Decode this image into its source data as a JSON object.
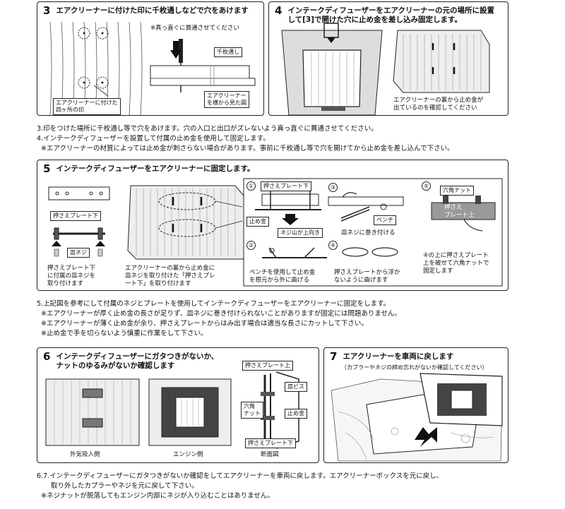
{
  "step3": {
    "num": "3",
    "title": "エアクリーナーに付けた印に千枚通しなどで穴をあけます",
    "note": "※真っ直ぐに貫通させてください",
    "tool_label": "千枚通し",
    "side_label": "エアクリーナー\nを横から見た図",
    "mark_label": "エアクリーナーに付けた\n四ヶ所の印"
  },
  "step4": {
    "num": "4",
    "title": "インテークディフューザーをエアクリーナーの元の場所に設置\nして[3]で開けた穴に止め金を差し込み固定します。",
    "check_label": "エアクリーナーの裏から止め金が\n出ているのを確認してください"
  },
  "text_a": {
    "line1": "3.印をつけた場所に千枚通し等で穴をあけます。穴の入口と出口がズレないよう真っ直ぐに貫通させてください。",
    "line2": "4.インテークディフューザーを設置して付属の止め金を使用して固定します。",
    "line3": "※エアクリーナーの材質によっては止め金が刺さらない場合があります。事前に千枚通し等で穴を開けてから止め金を差し込んで下さい。"
  },
  "step5": {
    "num": "5",
    "title": "インテークディフューザーをエアクリーナーに固定します。",
    "plate_label": "押さえプレート下",
    "screw_label": "皿ネジ",
    "left_caption": "押さえプレート下\nに付属の皿ネジを\n取り付けます",
    "mid_caption": "エアクリーナーの裏から止め金に\n皿ネジを取り付けた「押さえプレ\nート下」を取り付けます",
    "s1": "①",
    "s1_plate": "押さえプレート下",
    "s1_clip": "止め金",
    "s1_up": "ネジ山が上向き",
    "s2": "②",
    "s2_caption": "ペンチを使用して止め金\nを根元から外に曲げる",
    "s3": "③",
    "s3_pliers": "ペンチ",
    "s3_caption": "皿ネジに巻き付ける",
    "s4": "④",
    "s4_caption": "押さえプレートから浮か\nないように曲げます",
    "s5": "⑤",
    "s5_nut": "六角ナット",
    "s5_plate": "押さえ\nプレート上",
    "s5_caption": "④の上に押さえプレート\n上を被せて六角ナットで\n固定します"
  },
  "text_b": {
    "line1": "5.上記図を参考にして付属のネジとプレートを使用してインテークディフューザーをエアクリーナーに固定をします。",
    "line2": "※エアクリーナーが厚く止め金の長さが足りず、皿ネジに巻き付けられないことがありますが固定には問題ありません。",
    "line3": "※エアクリーナーが薄く止め金が余り、押さえプレートからはみ出す場合は適当な長さにカットして下さい。",
    "line4": "※止め金で手を切らないよう慎重に作業をして下さい。"
  },
  "step6": {
    "num": "6",
    "title": "インテークディフューザーにガタつきがないか、\nナットのゆるみがないか確認します",
    "intake_label": "外気吸入側",
    "engine_label": "エンジン側",
    "section_label": "断面図",
    "upper_plate": "押さえプレート上",
    "flat_screw": "皿ビス",
    "hex_nut": "六角\nナット",
    "clip": "止め金",
    "lower_plate": "押さえプレート下"
  },
  "step7": {
    "num": "7",
    "title": "エアクリーナーを車両に戻します",
    "subtitle": "（カプラーやネジの締め忘れがないか確認してください）"
  },
  "text_c": {
    "line1": "6.7.インテークディフューザーにガタつきがないか確認をしてエアクリーナーを車両に戻します。エアクリーナーボックスを元に戻し、",
    "line2": "取り外したカプラーやネジを元に戻して下さい。",
    "line3": "※ネジナットが脱落してもエンジン内部にネジが入り込むことはありません。"
  }
}
